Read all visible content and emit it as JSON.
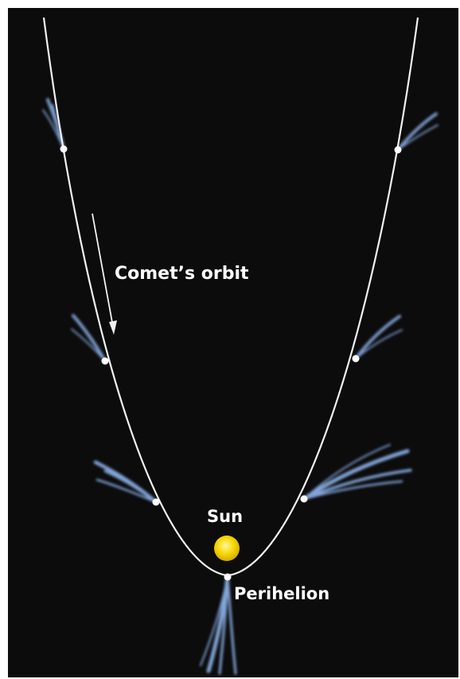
{
  "labels": {
    "orbit": "Comet’s orbit",
    "sun": "Sun",
    "perihelion": "Perihelion"
  },
  "colors": {
    "background": "#0c0c0c",
    "orbit": "#f2f2f2",
    "tail": "#8fb6f0",
    "sun": "#f7d700",
    "comet": "#ffffff"
  }
}
